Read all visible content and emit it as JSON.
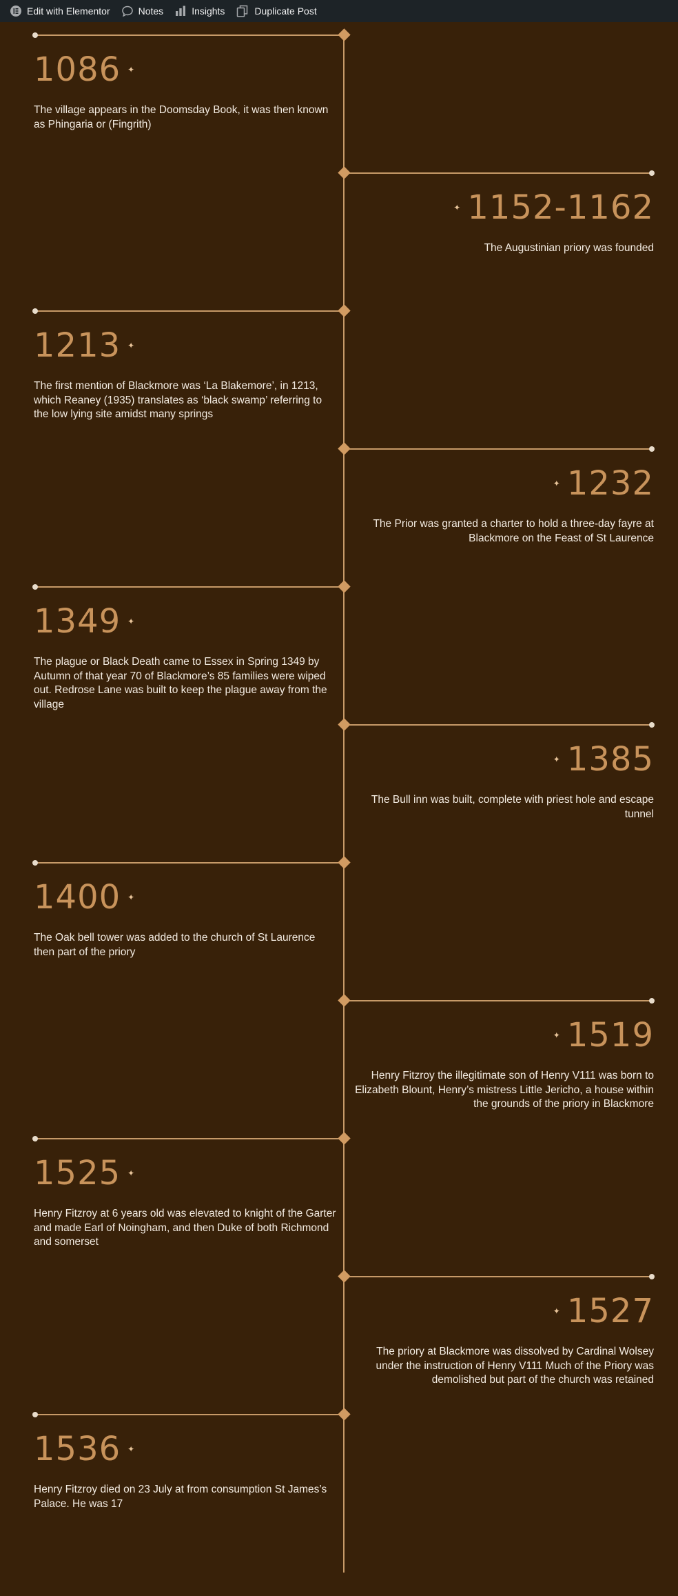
{
  "admin_bar": {
    "items": [
      {
        "icon": "elementor-icon",
        "label": "Edit with Elementor"
      },
      {
        "icon": "notes-icon",
        "label": "Notes"
      },
      {
        "icon": "insights-icon",
        "label": "Insights"
      },
      {
        "icon": "duplicate-icon",
        "label": "Duplicate Post"
      }
    ]
  },
  "colors": {
    "background": "#382109",
    "accent": "#c8935b",
    "line": "#c79a68",
    "text": "#f3ebe1",
    "admin_bar": "#1d2327"
  },
  "timeline": {
    "events": [
      {
        "year": "1086",
        "side": "left",
        "text": "The village appears in the Doomsday Book, it was then known as Phingaria or (Fingrith)"
      },
      {
        "year": "1152-1162",
        "side": "right",
        "text": "The Augustinian priory was founded"
      },
      {
        "year": "1213",
        "side": "left",
        "text": "The first mention of Blackmore was ‘La Blakemore’, in 1213, which Reaney (1935) translates as ‘black swamp’ referring to the low lying site amidst many springs"
      },
      {
        "year": "1232",
        "side": "right",
        "text": "The Prior was granted a charter to hold a three-day fayre at Blackmore on the Feast of St Laurence"
      },
      {
        "year": "1349",
        "side": "left",
        "text": "The plague or Black Death came to Essex in Spring 1349 by Autumn of that year 70 of Blackmore’s 85 families were wiped out. Redrose Lane was built to keep the plague away from the village"
      },
      {
        "year": "1385",
        "side": "right",
        "text": "The Bull inn was built, complete with priest hole and escape tunnel"
      },
      {
        "year": "1400",
        "side": "left",
        "text": "The Oak bell tower was added to the church of St Laurence then part of the priory"
      },
      {
        "year": "1519",
        "side": "right",
        "text": "Henry Fitzroy the illegitimate son of Henry V111 was born to Elizabeth Blount, Henry’s mistress Little Jericho, a house within the grounds of the priory in Blackmore"
      },
      {
        "year": "1525",
        "side": "left",
        "text": "Henry Fitzroy at 6 years old was elevated to knight of the Garter and made Earl of Noingham, and then Duke of both Richmond and somerset"
      },
      {
        "year": "1527",
        "side": "right",
        "text": "The priory at Blackmore was dissolved by Cardinal Wolsey under the instruction of Henry V111 Much of the Priory was demolished but part of the church was retained"
      },
      {
        "year": "1536",
        "side": "left",
        "text": "Henry Fitzroy died on 23 July at from consumption St James’s Palace. He was 17"
      }
    ]
  }
}
